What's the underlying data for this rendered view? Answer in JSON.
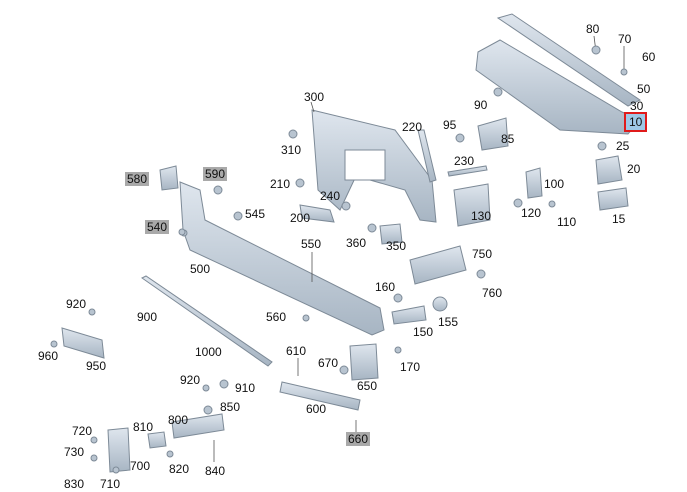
{
  "diagram": {
    "labels": [
      {
        "id": "p80",
        "text": "80",
        "style": "normal"
      },
      {
        "id": "p70",
        "text": "70",
        "style": "normal"
      },
      {
        "id": "p60",
        "text": "60",
        "style": "normal"
      },
      {
        "id": "p50",
        "text": "50",
        "style": "normal"
      },
      {
        "id": "p30",
        "text": "30",
        "style": "normal"
      },
      {
        "id": "p10",
        "text": "10",
        "style": "selected"
      },
      {
        "id": "p25",
        "text": "25",
        "style": "normal"
      },
      {
        "id": "p20",
        "text": "20",
        "style": "normal"
      },
      {
        "id": "p15",
        "text": "15",
        "style": "normal"
      },
      {
        "id": "p90",
        "text": "90",
        "style": "normal"
      },
      {
        "id": "p95",
        "text": "95",
        "style": "normal"
      },
      {
        "id": "p85",
        "text": "85",
        "style": "normal"
      },
      {
        "id": "p300",
        "text": "300",
        "style": "normal"
      },
      {
        "id": "p220",
        "text": "220",
        "style": "normal"
      },
      {
        "id": "p310",
        "text": "310",
        "style": "normal"
      },
      {
        "id": "p230",
        "text": "230",
        "style": "normal"
      },
      {
        "id": "p100",
        "text": "100",
        "style": "normal"
      },
      {
        "id": "p120",
        "text": "120",
        "style": "normal"
      },
      {
        "id": "p110",
        "text": "110",
        "style": "normal"
      },
      {
        "id": "p210",
        "text": "210",
        "style": "normal"
      },
      {
        "id": "p240",
        "text": "240",
        "style": "normal"
      },
      {
        "id": "p200",
        "text": "200",
        "style": "normal"
      },
      {
        "id": "p130",
        "text": "130",
        "style": "normal"
      },
      {
        "id": "p580",
        "text": "580",
        "style": "highlighted"
      },
      {
        "id": "p590",
        "text": "590",
        "style": "highlighted"
      },
      {
        "id": "p545",
        "text": "545",
        "style": "normal"
      },
      {
        "id": "p540",
        "text": "540",
        "style": "highlighted"
      },
      {
        "id": "p360",
        "text": "360",
        "style": "normal"
      },
      {
        "id": "p350",
        "text": "350",
        "style": "normal"
      },
      {
        "id": "p550",
        "text": "550",
        "style": "normal"
      },
      {
        "id": "p750",
        "text": "750",
        "style": "normal"
      },
      {
        "id": "p500",
        "text": "500",
        "style": "normal"
      },
      {
        "id": "p760",
        "text": "760",
        "style": "normal"
      },
      {
        "id": "p160",
        "text": "160",
        "style": "normal"
      },
      {
        "id": "p920a",
        "text": "920",
        "style": "normal"
      },
      {
        "id": "p900",
        "text": "900",
        "style": "normal"
      },
      {
        "id": "p560",
        "text": "560",
        "style": "normal"
      },
      {
        "id": "p155",
        "text": "155",
        "style": "normal"
      },
      {
        "id": "p150",
        "text": "150",
        "style": "normal"
      },
      {
        "id": "p960",
        "text": "960",
        "style": "normal"
      },
      {
        "id": "p1000",
        "text": "1000",
        "style": "normal"
      },
      {
        "id": "p610",
        "text": "610",
        "style": "normal"
      },
      {
        "id": "p950",
        "text": "950",
        "style": "normal"
      },
      {
        "id": "p670",
        "text": "670",
        "style": "normal"
      },
      {
        "id": "p170",
        "text": "170",
        "style": "normal"
      },
      {
        "id": "p920b",
        "text": "920",
        "style": "normal"
      },
      {
        "id": "p910",
        "text": "910",
        "style": "normal"
      },
      {
        "id": "p650",
        "text": "650",
        "style": "normal"
      },
      {
        "id": "p850",
        "text": "850",
        "style": "normal"
      },
      {
        "id": "p600",
        "text": "600",
        "style": "normal"
      },
      {
        "id": "p810",
        "text": "810",
        "style": "normal"
      },
      {
        "id": "p800",
        "text": "800",
        "style": "normal"
      },
      {
        "id": "p720",
        "text": "720",
        "style": "normal"
      },
      {
        "id": "p660",
        "text": "660",
        "style": "highlighted"
      },
      {
        "id": "p730",
        "text": "730",
        "style": "normal"
      },
      {
        "id": "p700",
        "text": "700",
        "style": "normal"
      },
      {
        "id": "p820",
        "text": "820",
        "style": "normal"
      },
      {
        "id": "p840",
        "text": "840",
        "style": "normal"
      },
      {
        "id": "p830",
        "text": "830",
        "style": "normal"
      },
      {
        "id": "p710",
        "text": "710",
        "style": "normal"
      }
    ],
    "colors": {
      "part_fill": "#c9d4df",
      "part_stroke": "#7d8a97",
      "part_dark": "#9fadba",
      "leader_line": "#555555",
      "highlight_bg": "#a9a9a9",
      "selected_bg": "#9ec8e6",
      "selected_border": "#e01b1b"
    }
  }
}
